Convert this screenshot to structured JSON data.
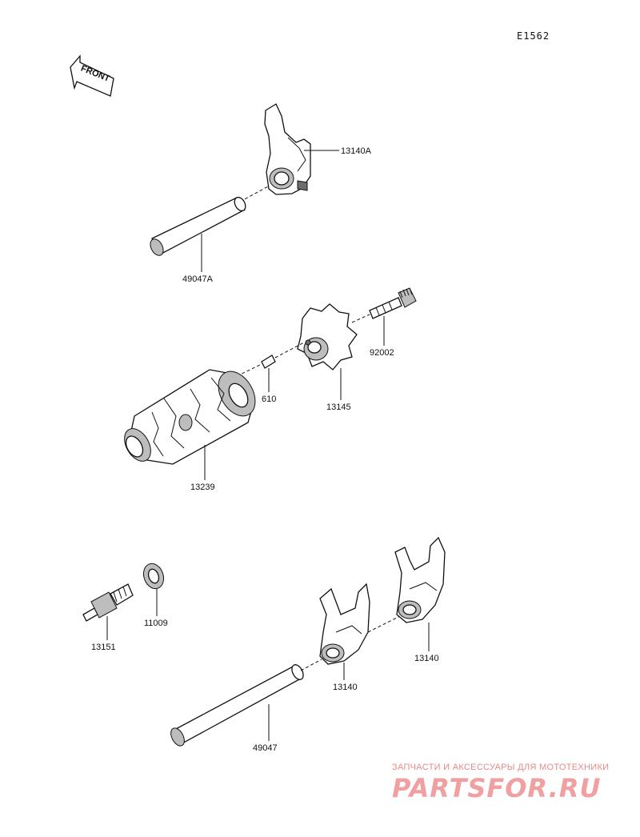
{
  "drawing_id": "E1562",
  "front_indicator": "FRONT",
  "parts": [
    {
      "number": "13140A"
    },
    {
      "number": "49047A"
    },
    {
      "number": "92002"
    },
    {
      "number": "610"
    },
    {
      "number": "13145"
    },
    {
      "number": "13239"
    },
    {
      "number": "11009"
    },
    {
      "number": "13151"
    },
    {
      "number": "13140"
    },
    {
      "number": "13140"
    },
    {
      "number": "49047"
    }
  ],
  "watermark": {
    "subtitle": "ЗАПЧАСТИ И АКСЕССУАРЫ ДЛЯ МОТОТЕХНИКИ",
    "brand": "PARTSFOR.RU"
  }
}
